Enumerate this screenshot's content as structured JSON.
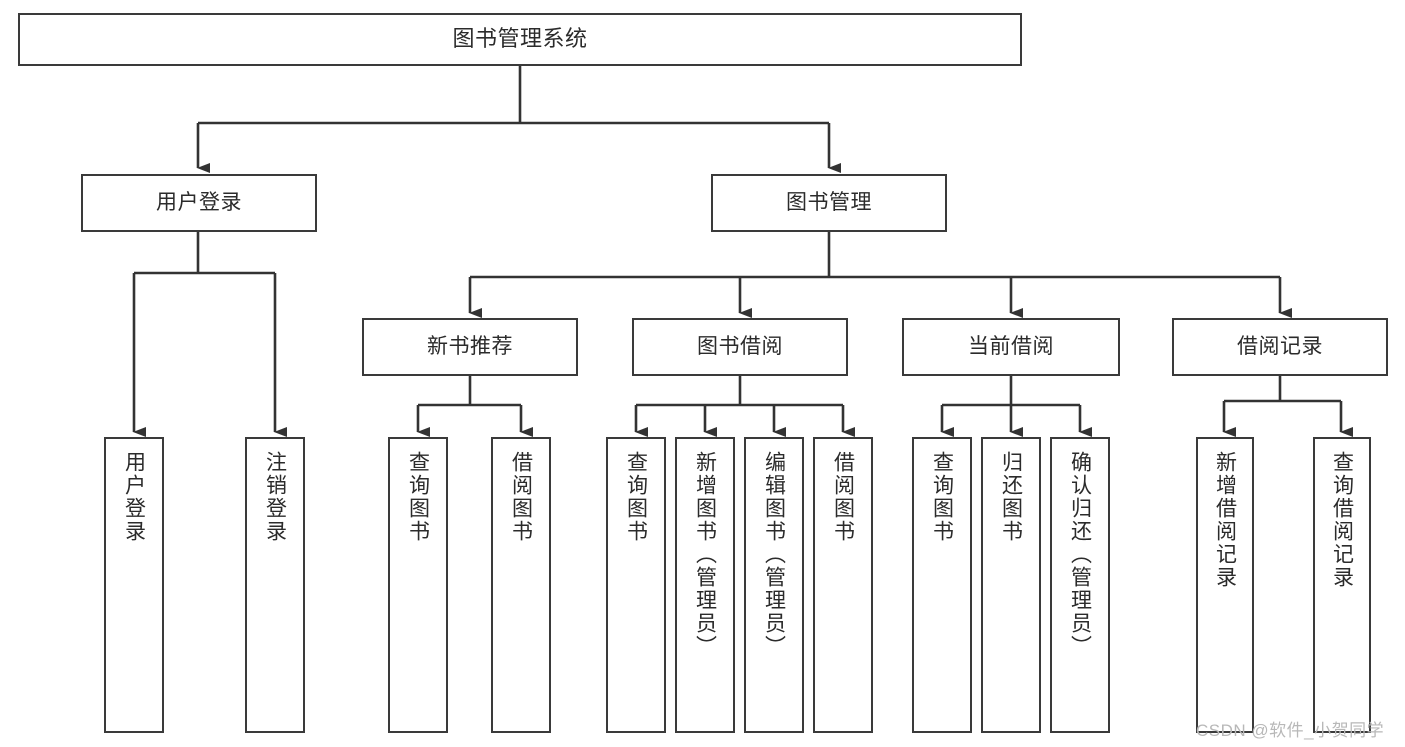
{
  "diagram": {
    "title": "图书管理系统",
    "type": "tree",
    "colors": {
      "box_border": "#3a3a3a",
      "box_fill": "#ffffff",
      "connector": "#333333",
      "text": "#2b2b2b",
      "watermark": "#b8b8b8"
    },
    "nodes": {
      "root": {
        "label": "图书管理系统"
      },
      "level2": [
        {
          "id": "user-login",
          "label": "用户登录"
        },
        {
          "id": "book-management",
          "label": "图书管理"
        }
      ],
      "level3": [
        {
          "id": "new-book-recommend",
          "label": "新书推荐"
        },
        {
          "id": "book-borrow",
          "label": "图书借阅"
        },
        {
          "id": "current-borrow",
          "label": "当前借阅"
        },
        {
          "id": "borrow-record",
          "label": "借阅记录"
        }
      ],
      "leaves": {
        "user_login": [
          {
            "id": "leaf-user-login",
            "label": "用户登录"
          },
          {
            "id": "leaf-logout-login",
            "label": "注销登录"
          }
        ],
        "new_book_recommend": [
          {
            "id": "leaf-query-book-1",
            "label": "查询图书"
          },
          {
            "id": "leaf-borrow-book-1",
            "label": "借阅图书"
          }
        ],
        "book_borrow": [
          {
            "id": "leaf-query-book-2",
            "label": "查询图书"
          },
          {
            "id": "leaf-add-book",
            "label": "新增图书（管理员）"
          },
          {
            "id": "leaf-edit-book",
            "label": "编辑图书（管理员）"
          },
          {
            "id": "leaf-borrow-book-2",
            "label": "借阅图书"
          }
        ],
        "current_borrow": [
          {
            "id": "leaf-query-book-3",
            "label": "查询图书"
          },
          {
            "id": "leaf-return-book",
            "label": "归还图书"
          },
          {
            "id": "leaf-confirm-return",
            "label": "确认归还（管理员）"
          }
        ],
        "borrow_record": [
          {
            "id": "leaf-add-record",
            "label": "新增借阅记录"
          },
          {
            "id": "leaf-query-record",
            "label": "查询借阅记录"
          }
        ]
      }
    },
    "watermark": "CSDN @软件_小贺同学"
  }
}
